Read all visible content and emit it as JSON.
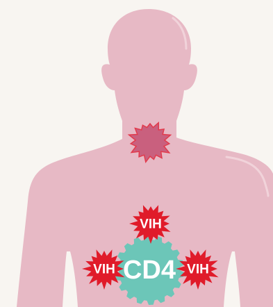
{
  "labels": {
    "virus": "VIH",
    "cell": "CD4"
  },
  "colors": {
    "background": "#f8f5f1",
    "body": "#e7b9c5",
    "body_highlight": "#f1d3da",
    "gland": "#c9607e",
    "gland_outline": "#e23a4c",
    "virus": "#e01b2a",
    "cell": "#6cc6b8"
  },
  "icons": {
    "virus": "spiky-star",
    "cell": "gear-cell",
    "gland": "spiky-blob"
  }
}
